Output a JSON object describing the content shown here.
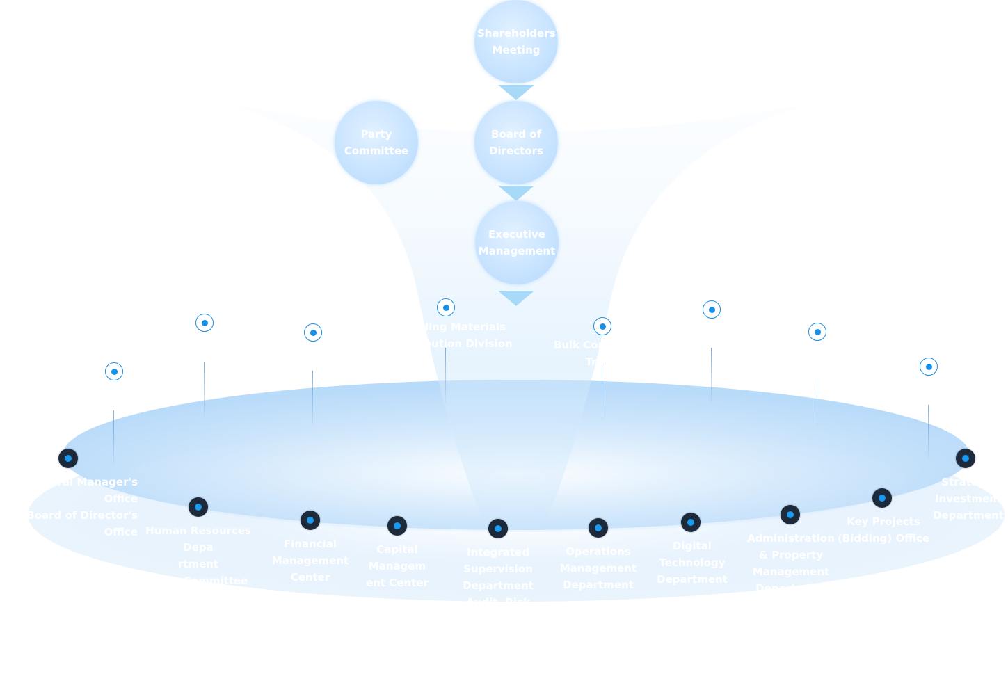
{
  "nodes": {
    "shareholders": "Shareholders'\nMeeting",
    "party": "Party\nCommittee",
    "board": "Board of\nDirectors",
    "executive": "Executive\nManagement"
  },
  "top_branches": [
    {
      "name": ""
    },
    {
      "name": ""
    },
    {
      "name": ""
    },
    {
      "name": "Building Materials\nDistribution Division"
    },
    {
      "name": "Bulk Commodity\nTrade"
    },
    {
      "name": ""
    },
    {
      "name": ""
    },
    {
      "name": ""
    }
  ],
  "departments": [
    {
      "name": "General Manager's Office\nBoard of Director's Office"
    },
    {
      "name": "Human Resources Depa\nrtment\nParty Committee Office\nand Mass Work D"
    },
    {
      "name": "Financial\nManagement\nCenter"
    },
    {
      "name": "Capital\nManagem\nent Center"
    },
    {
      "name": "Integrated\nSupervision\nDepartment\nAudit, Risk"
    },
    {
      "name": "Operations\nManagement\nDepartment"
    },
    {
      "name": "Digital\nTechnology\nDepartment"
    },
    {
      "name": "Administration\n& Property\nManagement\nDepartment"
    },
    {
      "name": "Key Projects\n(Bidding) Office"
    },
    {
      "name": "Strategic\nInvestment\nDepartment"
    }
  ],
  "colors": {
    "pin_ring": "#1d8fe0",
    "pin_dark": "#1c2a3b",
    "pin_dot": "#1a9af0",
    "disc": "#cfe6fb",
    "arrow": "#9fd6f7"
  }
}
